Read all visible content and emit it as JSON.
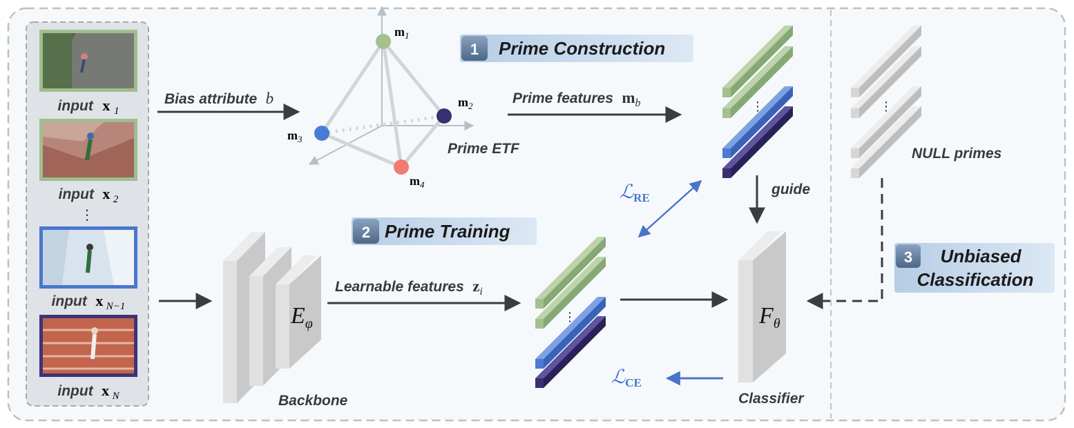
{
  "sections": [
    {
      "number": "1",
      "title": "Prime Construction"
    },
    {
      "number": "2",
      "title": "Prime Training"
    },
    {
      "number": "3",
      "title_line1": "Unbiased",
      "title_line2": "Classification"
    }
  ],
  "inputs": [
    {
      "prefix": "input",
      "var": "x",
      "sub": "1",
      "color": "#9fbe8f"
    },
    {
      "prefix": "input",
      "var": "x",
      "sub": "2",
      "color": "#9fbe8f"
    },
    {
      "prefix": "input",
      "var": "x",
      "sub": "N−1",
      "color": "#4a76cf"
    },
    {
      "prefix": "input",
      "var": "x",
      "sub": "N",
      "color": "#3e3475"
    }
  ],
  "inputs_ellipsis": "⋮",
  "bias_attribute": {
    "text": "Bias attribute",
    "var": "b"
  },
  "prime_features": {
    "text": "Prime features",
    "var": "m",
    "sub": "b"
  },
  "learnable_features": {
    "text": "Learnable features",
    "var": "z",
    "sub": "i"
  },
  "etf": {
    "label": "Prime ETF",
    "vertices": [
      {
        "name": "m",
        "sub": "1",
        "color": "#a3c08e"
      },
      {
        "name": "m",
        "sub": "2",
        "color": "#3b2f74"
      },
      {
        "name": "m",
        "sub": "3",
        "color": "#4c7bd6"
      },
      {
        "name": "m",
        "sub": "4",
        "color": "#ef7b73"
      }
    ]
  },
  "backbone": {
    "label": "Backbone",
    "symbol": "E",
    "sub": "φ"
  },
  "classifier": {
    "label": "Classifier",
    "symbol": "F",
    "sub": "θ"
  },
  "null_primes": {
    "label": "NULL primes"
  },
  "guide": {
    "label": "guide"
  },
  "losses": {
    "re": {
      "script": "ℒ",
      "sub": "RE"
    },
    "ce": {
      "script": "ℒ",
      "sub": "CE"
    }
  },
  "feature_ellipsis": "⋮",
  "colors": {
    "green": "#a3c08e",
    "blue": "#4c7bd6",
    "navy": "#3b2f74",
    "gray": "#d6d6d6",
    "accent_blue": "#4a74c9",
    "banner": "#c5d9ec"
  }
}
